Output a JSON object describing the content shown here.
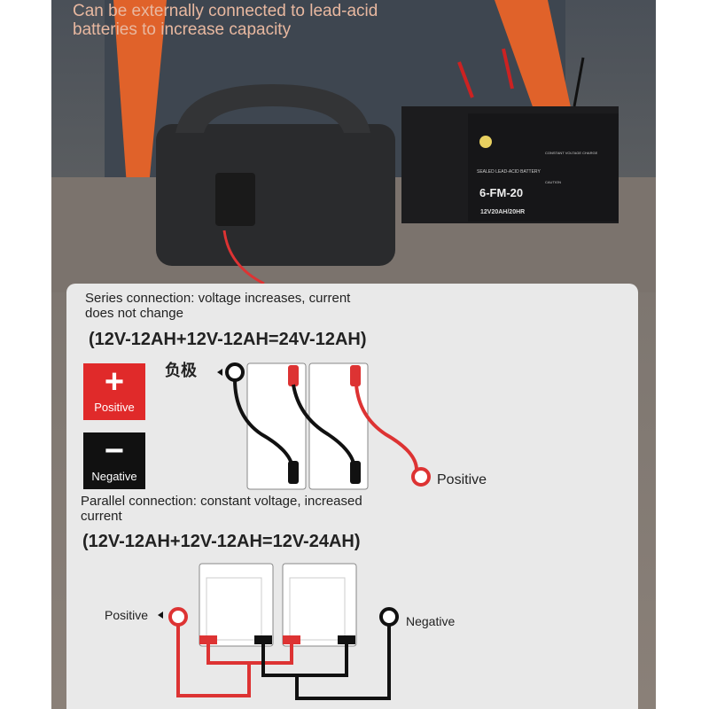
{
  "caption": "Can be externally connected to lead-acid batteries to increase capacity",
  "battery_label": {
    "type": "SEALED LEAD-ACID BATTERY",
    "model": "6-FM-20",
    "rating": "12V20AH/20HR",
    "charge_title": "CONSTANT VOLTAGE CHARGE",
    "caution": "CAUTION"
  },
  "series": {
    "description": "Series connection: voltage increases, current does not change",
    "formula": "(12V-12AH+12V-12AH=24V-12AH)",
    "negative_label": "负极",
    "positive_label": "Positive"
  },
  "legend": {
    "positive": {
      "symbol": "+",
      "label": "Positive",
      "color": "#e02a2a"
    },
    "negative": {
      "symbol": "−",
      "label": "Negative",
      "color": "#111111"
    }
  },
  "parallel": {
    "description": "Parallel connection: constant voltage, increased current",
    "formula": "(12V-12AH+12V-12AH=12V-24AH)",
    "positive_label": "Positive",
    "negative_label": "Negative"
  }
}
